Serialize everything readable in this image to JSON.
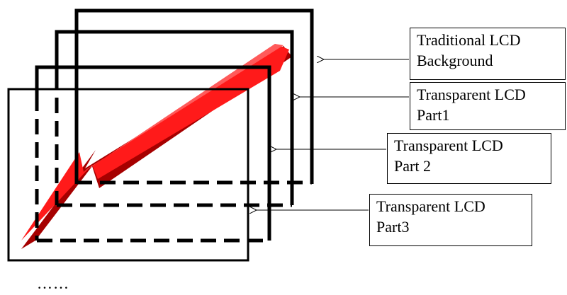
{
  "labels": [
    {
      "line1": "Traditional LCD",
      "line2": "Background"
    },
    {
      "line1": "Transparent LCD",
      "line2": "Part1"
    },
    {
      "line1": "Transparent LCD",
      "line2": "Part 2"
    },
    {
      "line1": "Transparent LCD",
      "line2": "Part3"
    }
  ],
  "ellipsis": "……",
  "colors": {
    "arrow": "#ff0000",
    "arrow_shadow": "#a60000",
    "frame": "#000000",
    "background": "#ffffff"
  }
}
